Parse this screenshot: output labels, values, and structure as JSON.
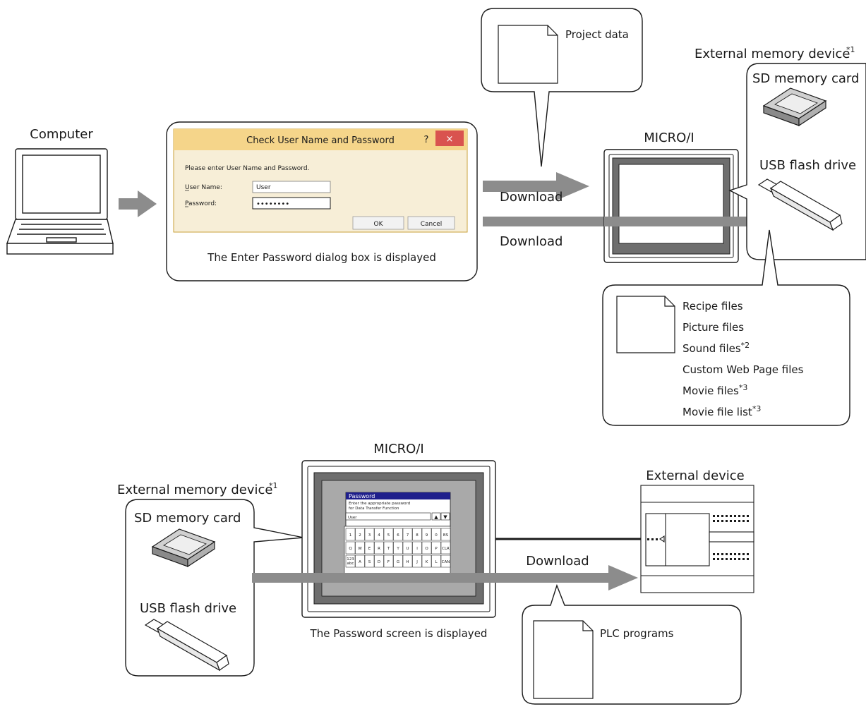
{
  "labels": {
    "computer": "Computer",
    "micro_i_top": "MICRO/I",
    "micro_i_bottom": "MICRO/I",
    "external_memory_device_top": "External memory device",
    "external_memory_device_bottom": "External memory device",
    "note_1": "*1",
    "sd_memory_card_top": "SD memory card",
    "usb_flash_drive_top": "USB flash drive",
    "sd_memory_card_bottom": "SD memory card",
    "usb_flash_drive_bottom": "USB flash drive",
    "download_1": "Download",
    "download_2": "Download",
    "download_3": "Download",
    "project_data": "Project data",
    "dialog_caption": "The Enter Password dialog box is displayed",
    "password_screen_caption": "The Password screen is displayed",
    "external_device": "External device",
    "plc_programs": "PLC programs"
  },
  "file_list": [
    {
      "text": "Recipe files",
      "note": ""
    },
    {
      "text": "Picture files",
      "note": ""
    },
    {
      "text": "Sound files",
      "note": "*2"
    },
    {
      "text": "Custom Web Page files",
      "note": ""
    },
    {
      "text": "Movie files",
      "note": "*3"
    },
    {
      "text": "Movie file list",
      "note": "*3"
    }
  ],
  "dialog": {
    "title": "Check User Name and Password",
    "help": "?",
    "close": "×",
    "prompt": "Please enter User Name and Password.",
    "user_name_label": "User Name:",
    "user_name_value": "User",
    "password_label": "Password:",
    "password_value": "••••••••",
    "ok": "OK",
    "cancel": "Cancel"
  },
  "touch_screen": {
    "title": "Password",
    "line1": "Enter the appropriate password",
    "line2": "for Data Transfer Function",
    "input_value": "User",
    "up": "▲",
    "down": "▼",
    "rows": [
      [
        "1",
        "2",
        "3",
        "4",
        "5",
        "6",
        "7",
        "8",
        "9",
        "0",
        "BS"
      ],
      [
        "Q",
        "W",
        "E",
        "R",
        "T",
        "Y",
        "U",
        "I",
        "O",
        "P",
        "CLR"
      ],
      [
        "123 abc",
        "A",
        "S",
        "D",
        "F",
        "G",
        "H",
        "J",
        "K",
        "L",
        "CAN"
      ]
    ]
  },
  "colors": {
    "arrow": "#8c8c8c",
    "dialog_title_bar": "#f5d58a",
    "dialog_body": "#f7eed7",
    "dialog_close": "#d9534f",
    "screen_title_bar": "#1f1f8c",
    "hmi_bezel": "#6e6e6e"
  }
}
